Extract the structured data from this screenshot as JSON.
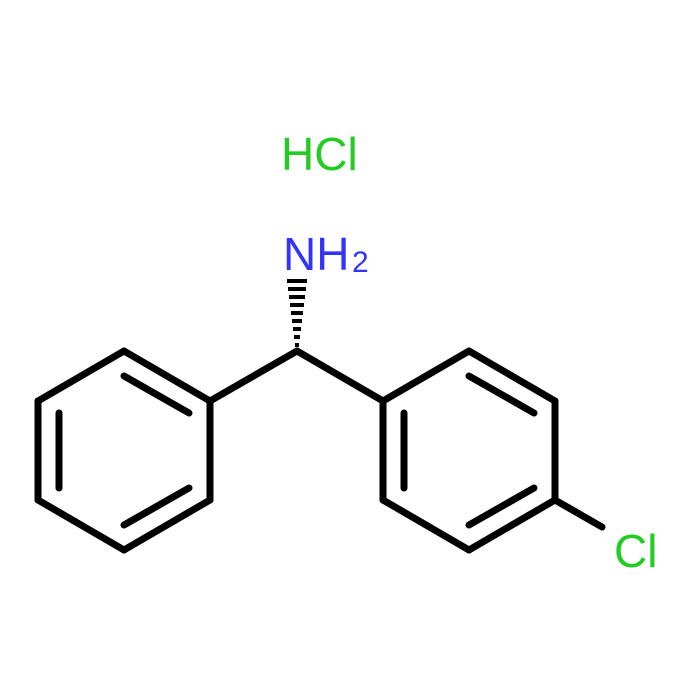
{
  "molecule": {
    "labels": {
      "salt": "HCl",
      "amine": "NH",
      "amine_subscript": "2",
      "chloro": "Cl"
    },
    "colors": {
      "bond": "#000000",
      "nitrogen": "#3333ff",
      "chlorine": "#22cc22"
    }
  }
}
